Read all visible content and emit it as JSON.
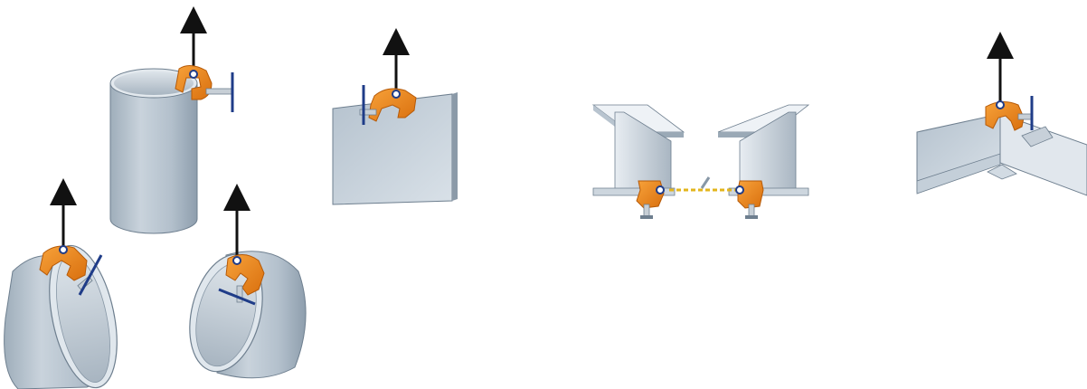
{
  "figure": {
    "panels": [
      {
        "subject": "vertical-pipe-lift"
      },
      {
        "subject": "plate-vertical-lift"
      },
      {
        "subject": "tilted-pipe-lift-left"
      },
      {
        "subject": "tilted-pipe-lift-right"
      },
      {
        "subject": "i-beam-pair-with-chain"
      },
      {
        "subject": "angled-plate-lift"
      }
    ],
    "colors": {
      "clamp": "#F08A1C",
      "clamp_dark": "#C8650A",
      "steel_light": "#DCE3EA",
      "steel_mid": "#B8C4CF",
      "steel_dark": "#8797A6",
      "arrow": "#111111",
      "screw": "#1F3C88",
      "chain": "#E3B51C"
    },
    "icons": [
      "lift-arrow-icon",
      "lifting-clamp-icon",
      "screw-handle-icon",
      "chain-icon"
    ]
  }
}
